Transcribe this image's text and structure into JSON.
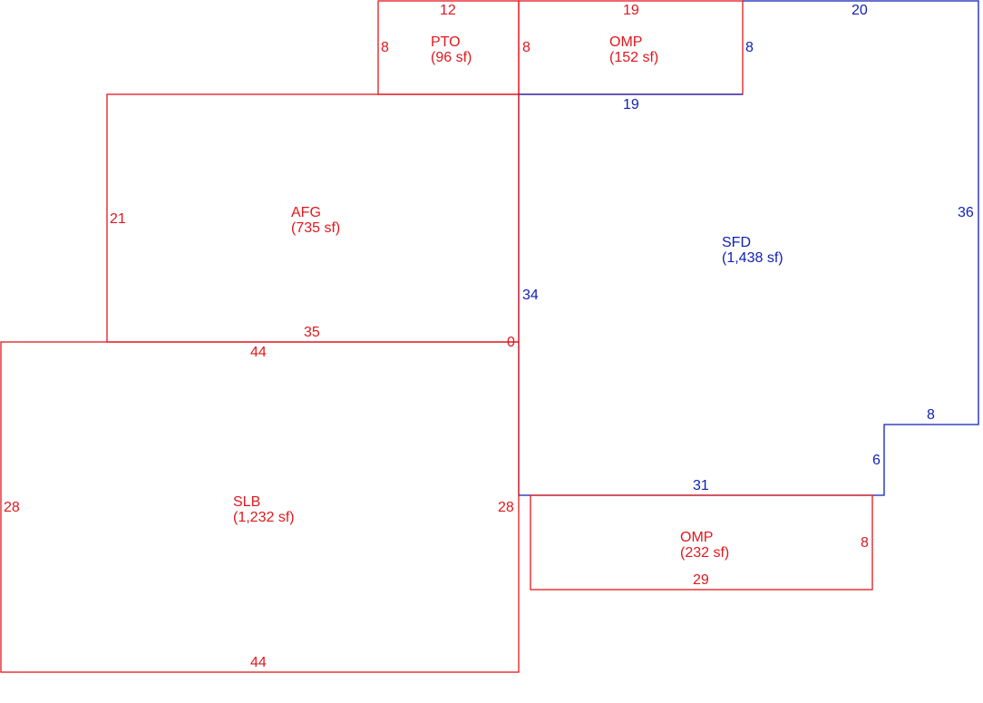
{
  "colors": {
    "primary": "#e0181d",
    "secondary": "#0f1fb5"
  },
  "areas": {
    "pto": {
      "code": "PTO",
      "size": "(96 sf)"
    },
    "omp_top": {
      "code": "OMP",
      "size": "(152 sf)"
    },
    "afg": {
      "code": "AFG",
      "size": "(735 sf)"
    },
    "sfd": {
      "code": "SFD",
      "size": "(1,438 sf)"
    },
    "slb": {
      "code": "SLB",
      "size": "(1,232 sf)"
    },
    "omp_bottom": {
      "code": "OMP",
      "size": "(232 sf)"
    }
  },
  "dimensions": {
    "pto_top": "12",
    "pto_left": "8",
    "omp_top_top": "19",
    "omp_top_left": "8",
    "omp_top_right": "8",
    "sfd_top": "20",
    "sfd_top_inner": "19",
    "sfd_right": "36",
    "sfd_left": "34",
    "sfd_step_top": "8",
    "sfd_step_side": "6",
    "sfd_bottom": "31",
    "afg_left": "21",
    "afg_bottom": "35",
    "afg_zero": "0",
    "slb_top": "44",
    "slb_left": "28",
    "slb_right": "28",
    "slb_bottom": "44",
    "omp_bottom_right": "8",
    "omp_bottom_bottom": "29"
  }
}
